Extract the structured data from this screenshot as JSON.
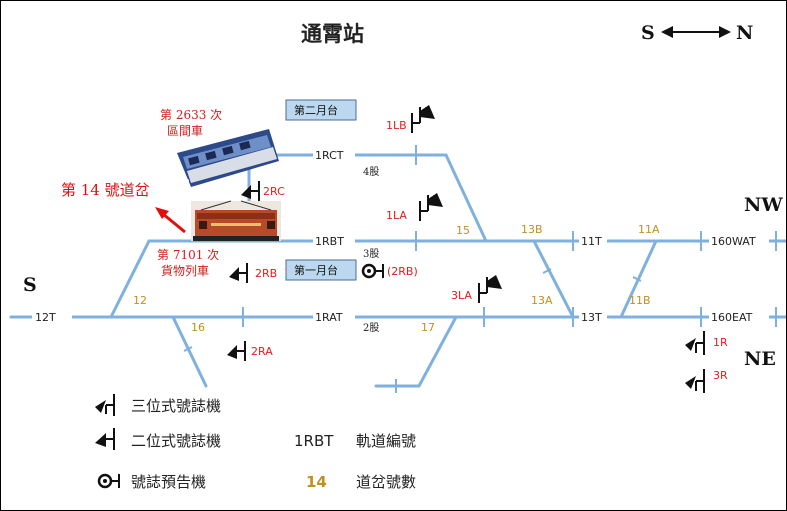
{
  "station_name": "通霄站",
  "direction": {
    "left": "S",
    "right": "N"
  },
  "ends": {
    "south": "S",
    "northwest": "NW",
    "northeast": "NE"
  },
  "platforms": {
    "second": "第二月台",
    "first": "第一月台"
  },
  "tracks": {
    "rct": "1RCT",
    "rbt": "1RBT",
    "rat": "1RAT",
    "t12": "12T",
    "t11": "11T",
    "t13": "13T",
    "wat": "160WAT",
    "eat": "160EAT"
  },
  "track_numbers": {
    "rct": "4股",
    "rbt": "3股",
    "rat": "2股"
  },
  "switches": {
    "s12": "12",
    "s16": "16",
    "s15": "15",
    "s17": "17",
    "s13b": "13B",
    "s13a": "13A",
    "s11a": "11A",
    "s11b": "11B"
  },
  "signals": {
    "s1lb": "1LB",
    "s1la": "1LA",
    "s3la": "3LA",
    "s2rc": "2RC",
    "s2rb": "2RB",
    "s2ra": "2RA",
    "s2rb_pre": "(2RB)",
    "s1r": "1R",
    "s3r": "3R"
  },
  "train_notes": {
    "emu_line1": "第 2633 次",
    "emu_line2": "區間車",
    "freight_line1": "第 7101 次",
    "freight_line2": "貨物列車"
  },
  "switch_note": "第 14 號道岔",
  "legend": {
    "three_aspect": "三位式號誌機",
    "two_aspect": "二位式號誌機",
    "track_code": "1RBT",
    "track_code_desc": "軌道編號",
    "distant": "號誌預告機",
    "switch_num": "14",
    "switch_num_desc": "道岔號數"
  },
  "colors": {
    "track": "#7fb0de",
    "switch_label": "#c09020",
    "signal_label": "#e02020",
    "platform": "#bcd8f0"
  }
}
